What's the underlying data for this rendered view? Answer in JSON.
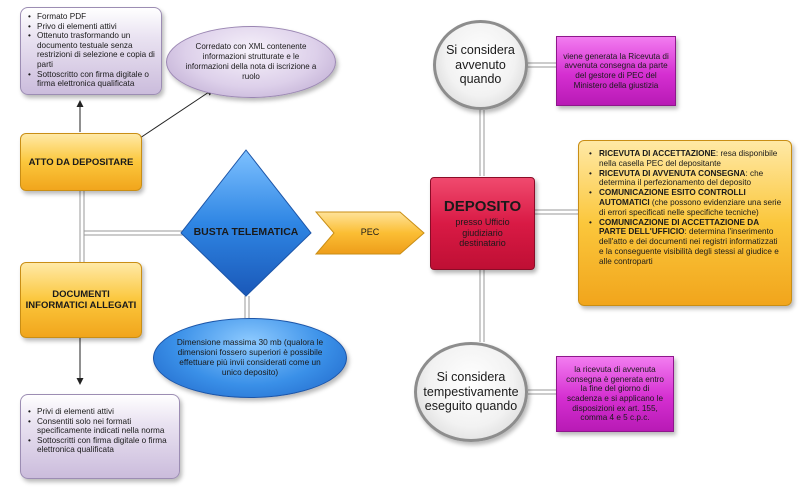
{
  "formato_box": {
    "items": [
      "Formato PDF",
      "Privo di elementi attivi",
      "Ottenuto trasformando un documento testuale senza restrizioni di selezione e copia di parti",
      "Sottoscritto con firma digitale o firma elettronica qualificata"
    ]
  },
  "xml_ellipse": {
    "text": "Corredato con XML contenente informazioni strutturate e le informazioni della nota di iscrizione a ruolo"
  },
  "atto_box": {
    "label": "ATTO DA DEPOSITARE"
  },
  "documenti_box": {
    "label": "DOCUMENTI INFORMATICI ALLEGATI"
  },
  "allegati_box": {
    "items": [
      "Privi di elementi attivi",
      "Consentiti solo nei formati specificamente indicati nella norma",
      "Sottoscritti con firma digitale o firma elettronica qualificata"
    ]
  },
  "busta": {
    "label": "BUSTA TELEMATICA"
  },
  "dimensione_ellipse": {
    "text": "Dimensione massima 30 mb (qualora le dimensioni fossero superiori è possibile effettuare più invii considerati come un unico deposito)"
  },
  "pec_arrow": {
    "label": "PEC"
  },
  "deposito": {
    "title": "DEPOSITO",
    "subtitle": "presso Ufficio giudiziario destinatario"
  },
  "avvenuto_ellipse": {
    "text": "Si considera avvenuto quando"
  },
  "ricevuta_box": {
    "text": "viene generata la Ricevuta di avvenuta consegna da parte del gestore di PEC del Ministero della giustizia"
  },
  "ricevute_list": {
    "items": [
      {
        "bold": "RICEVUTA DI ACCETTAZIONE",
        "text": ": resa disponibile nella casella PEC del depositante"
      },
      {
        "bold": "RICEVUTA DI AVVENUTA CONSEGNA",
        "text": ": che determina il perfezionamento del deposito"
      },
      {
        "bold": "COMUNICAZIONE ESITO CONTROLLI AUTOMATICI",
        "text": " (che possono evidenziare una serie di errori specificati nelle specifiche tecniche)"
      },
      {
        "bold": "COMUNICAZIONE DI ACCETTAZIONE DA PARTE DELL'UFFICIO",
        "text": ": determina l'inserimento dell'atto e dei documenti nei registri informatizzati e la conseguente visibilità degli stessi al giudice e alle controparti"
      }
    ]
  },
  "tempestivo_ellipse": {
    "text": "Si considera tempestivamente eseguito quando"
  },
  "scadenza_box": {
    "text": "la ricevuta di avvenuta consegna è generata entro la fine del giorno di scadenza e si applicano le disposizioni ex art. 155, comma 4 e 5 c.p.c."
  },
  "colors": {
    "purple_fill": "#cbbcdc",
    "orange_fill": "#fbc73c",
    "blue_fill": "#3a90e8",
    "magenta_fill": "#d52fd1",
    "red_fill": "#d91a45",
    "connector": "#222222"
  }
}
